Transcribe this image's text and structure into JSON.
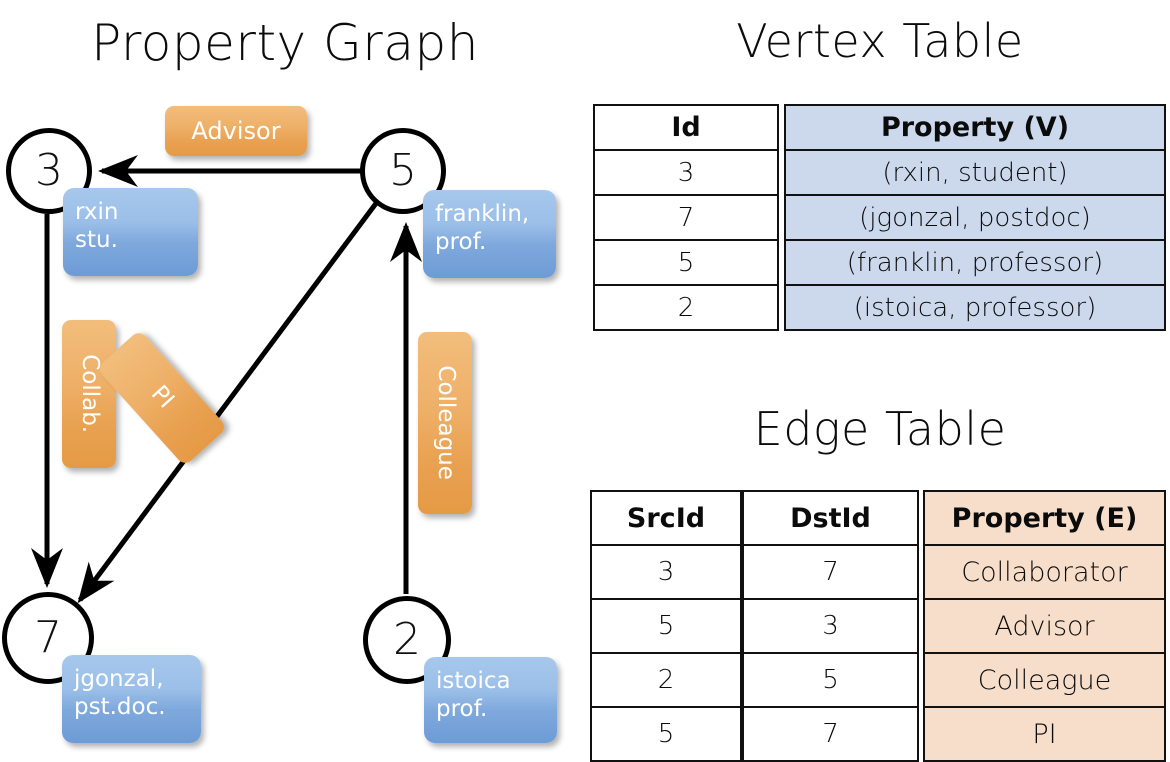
{
  "titles": {
    "graph": "Property Graph",
    "vertex_table": "Vertex Table",
    "edge_table": "Edge Table"
  },
  "graph": {
    "nodes": [
      {
        "id": "3",
        "property_label": "rxin\nstu."
      },
      {
        "id": "5",
        "property_label": "franklin,\nprof."
      },
      {
        "id": "7",
        "property_label": "jgonzal,\npst.doc."
      },
      {
        "id": "2",
        "property_label": "istoica\nprof."
      }
    ],
    "node_labels": {
      "n3": "3",
      "n5": "5",
      "n7": "7",
      "n2": "2"
    },
    "vertex_boxes": {
      "rxin_line1": "rxin",
      "rxin_line2": "stu.",
      "franklin_line1": "franklin,",
      "franklin_line2": "prof.",
      "jgonzal_line1": "jgonzal,",
      "jgonzal_line2": "pst.doc.",
      "istoica_line1": "istoica",
      "istoica_line2": "prof."
    },
    "edge_boxes": {
      "advisor": "Advisor",
      "collab": "Collab.",
      "pi": "PI",
      "colleague": "Colleague"
    },
    "edges": [
      {
        "from": "5",
        "to": "3",
        "label": "Advisor"
      },
      {
        "from": "3",
        "to": "7",
        "label": "Collab."
      },
      {
        "from": "5",
        "to": "7",
        "label": "PI"
      },
      {
        "from": "2",
        "to": "5",
        "label": "Colleague"
      }
    ]
  },
  "vertex_table": {
    "headers": {
      "id": "Id",
      "property": "Property (V)"
    },
    "rows": [
      {
        "id": "3",
        "property": "(rxin, student)"
      },
      {
        "id": "7",
        "property": "(jgonzal, postdoc)"
      },
      {
        "id": "5",
        "property": "(franklin, professor)"
      },
      {
        "id": "2",
        "property": "(istoica, professor)"
      }
    ]
  },
  "edge_table": {
    "headers": {
      "src": "SrcId",
      "dst": "DstId",
      "property": "Property (E)"
    },
    "rows": [
      {
        "src": "3",
        "dst": "7",
        "property": "Collaborator"
      },
      {
        "src": "5",
        "dst": "3",
        "property": "Advisor"
      },
      {
        "src": "2",
        "dst": "5",
        "property": "Colleague"
      },
      {
        "src": "5",
        "dst": "7",
        "property": "PI"
      }
    ]
  },
  "colors": {
    "vertex_box_fill": "#7fa9dd",
    "edge_box_fill": "#eeb068",
    "vertex_table_cell": "#ccd9ed",
    "edge_table_cell": "#f7decb",
    "stroke": "#000000"
  }
}
